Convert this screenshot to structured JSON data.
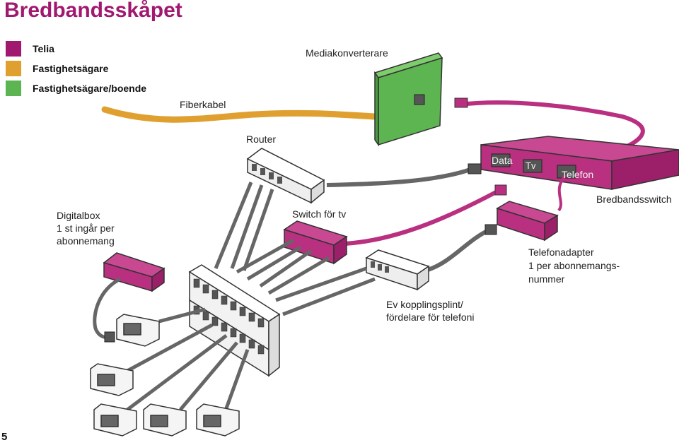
{
  "title": "Bredbandsskåpet",
  "legend": [
    {
      "label": "Telia",
      "color": "#a1186f"
    },
    {
      "label": "Fastighetsägare",
      "color": "#e0a030"
    },
    {
      "label": "Fastighetsägare/boende",
      "color": "#5db552"
    }
  ],
  "labels": {
    "mediakonverterare": "Mediakonverterare",
    "fiberkabel": "Fiberkabel",
    "router": "Router",
    "digitalbox_1": "Digitalbox",
    "digitalbox_2": "1 st ingår per",
    "digitalbox_3": "abonnemang",
    "switch_tv": "Switch för tv",
    "bredbandsswitch": "Bredbandsswitch",
    "port_data": "Data",
    "port_tv": "Tv",
    "port_telefon": "Telefon",
    "telefonadapter_1": "Telefonadapter",
    "telefonadapter_2": "1 per abonnemangs-",
    "telefonadapter_3": "nummer",
    "kopplingsplint_1": "Ev kopplingsplint/",
    "kopplingsplint_2": "fördelare för telefoni"
  },
  "page_number": "5"
}
